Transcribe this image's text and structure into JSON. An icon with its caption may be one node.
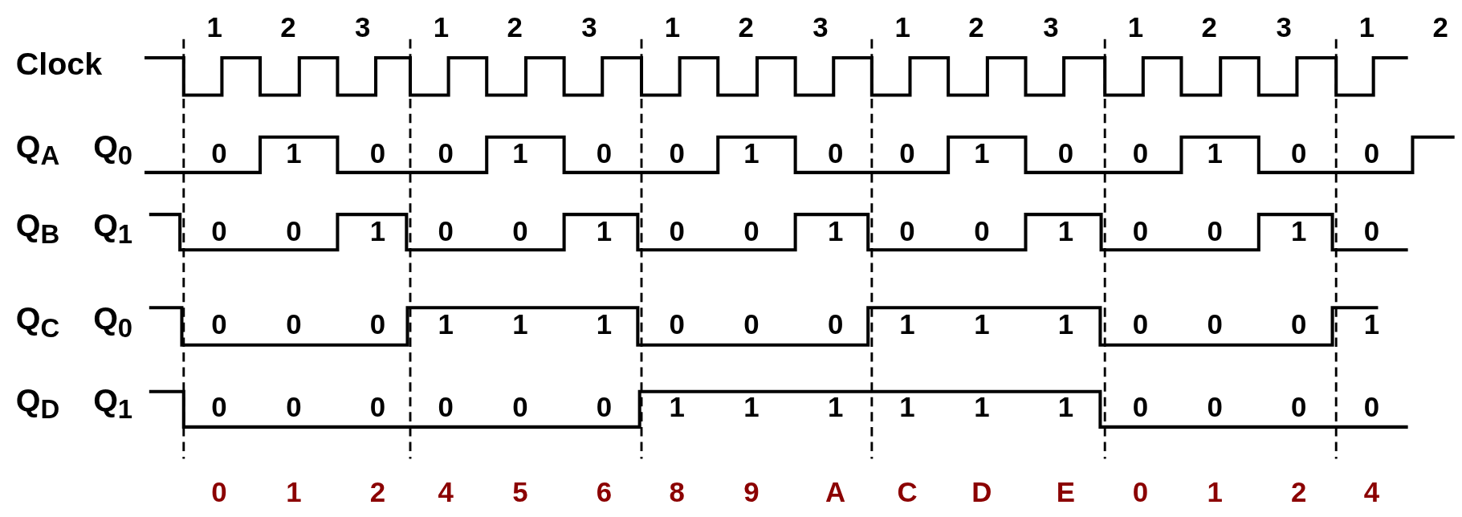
{
  "diagram": {
    "labels": [
      "1",
      "2",
      "3",
      "1",
      "2",
      "3",
      "1",
      "2",
      "3",
      "1",
      "2",
      "3",
      "1",
      "2",
      "3",
      "1",
      "2",
      "Clock",
      "Q$_{A}$",
      "Q$_{0}$",
      "0",
      "1",
      "0",
      "0",
      "1",
      "0",
      "0",
      "1",
      "0",
      "0",
      "1",
      "0",
      "0",
      "1",
      "0",
      "0",
      "Q$_{B}$",
      "Q$_{1}$",
      "0",
      "0",
      "1",
      "0",
      "0",
      "1",
      "0",
      "0",
      "1",
      "0",
      "0",
      "1",
      "0",
      "0",
      "1",
      "0",
      "Q$_{C}$",
      "Q$_{0}$",
      "0",
      "0",
      "0",
      "1",
      "1",
      "1",
      "0",
      "0",
      "0",
      "1",
      "1",
      "1",
      "0",
      "0",
      "0",
      "1",
      "Q$_{D}$",
      "Q$_{1}$",
      "0",
      "0",
      "0",
      "0",
      "0",
      "0",
      "1",
      "1",
      "1",
      "1",
      "1",
      "1",
      "0",
      "0",
      "0",
      "0",
      "0",
      "1",
      "2",
      "4",
      "5",
      "6",
      "8",
      "9",
      "A",
      "C",
      "D",
      "E",
      "0",
      "1",
      "2",
      "4"
    ]
  }
}
